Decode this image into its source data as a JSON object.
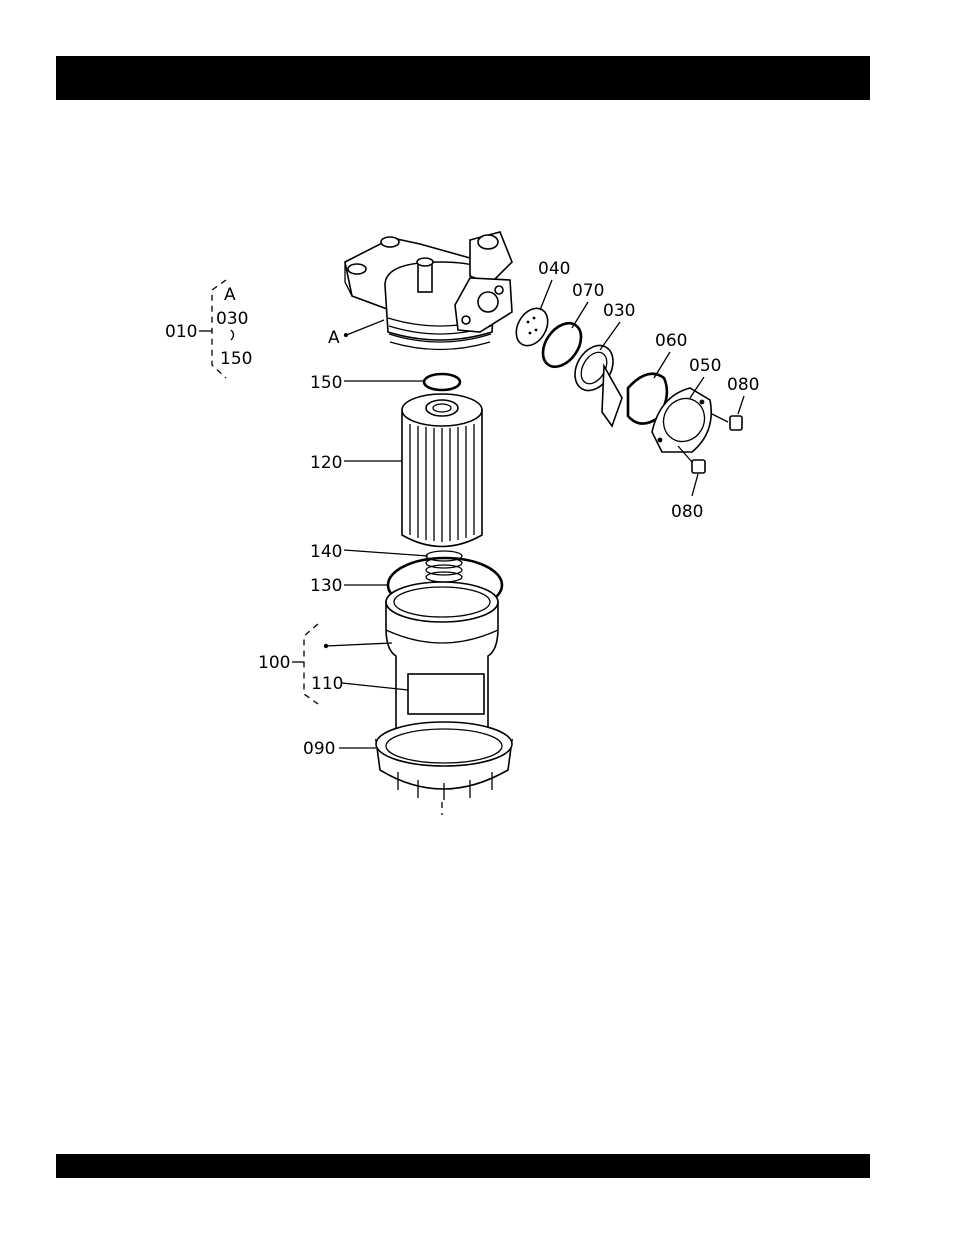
{
  "callouts": {
    "p010": "010",
    "a_group": "A",
    "g030": "030",
    "g150": "150",
    "a_head": "A",
    "p150": "150",
    "p120": "120",
    "p140": "140",
    "p130": "130",
    "p100": "100",
    "p110": "110",
    "p090": "090",
    "p040": "040",
    "p070": "070",
    "p030": "030",
    "p060": "060",
    "p050": "050",
    "p080a": "080",
    "p080b": "080"
  }
}
